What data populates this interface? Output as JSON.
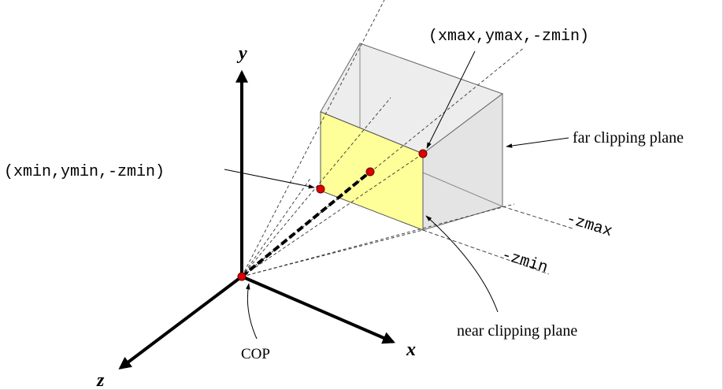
{
  "labels": {
    "y_axis": "y",
    "x_axis": "x",
    "z_axis": "z",
    "cop": "COP",
    "top_right_corner": "(xmax,ymax,-zmin)",
    "bottom_left_corner": "(xmin,ymin,-zmin)",
    "far_plane": "far clipping plane",
    "near_plane": "near clipping plane",
    "zmax": "-zmax",
    "zmin": "-zmin"
  },
  "colors": {
    "near_plane_fill": "#ffff99",
    "far_box_fill": "#e6e6e6",
    "point": "#dd0000",
    "axis": "#000000"
  }
}
